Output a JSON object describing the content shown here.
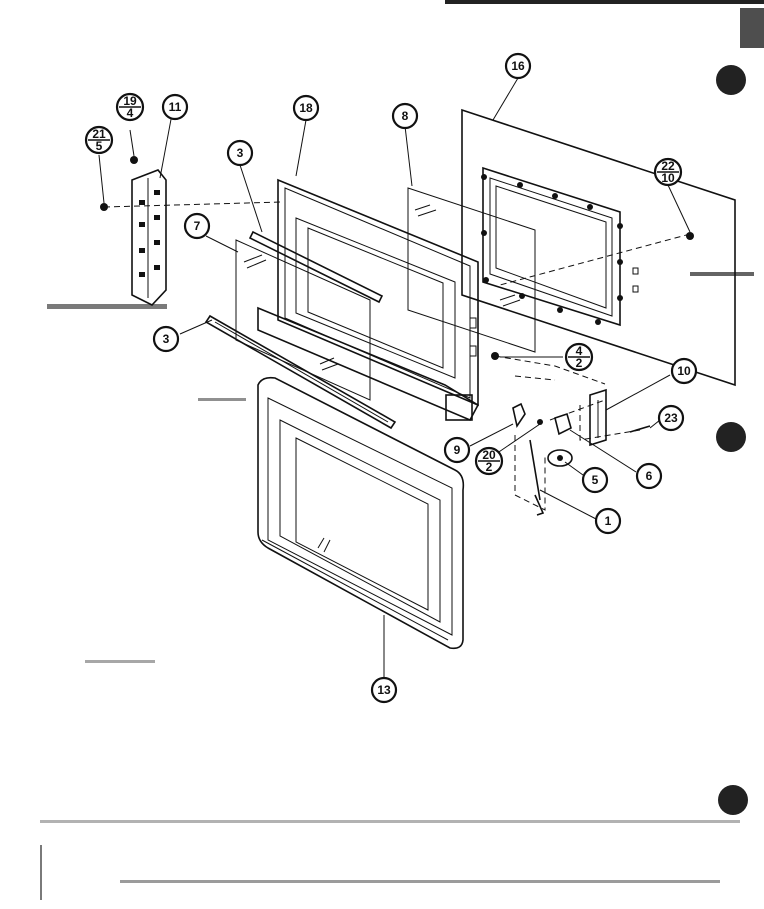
{
  "callouts": [
    {
      "id": "c16",
      "label": "16"
    },
    {
      "id": "c11",
      "label": "11"
    },
    {
      "id": "c18",
      "label": "18"
    },
    {
      "id": "c8",
      "label": "8"
    },
    {
      "id": "c3a",
      "label": "3"
    },
    {
      "id": "c7",
      "label": "7"
    },
    {
      "id": "c3b",
      "label": "3"
    },
    {
      "id": "c10",
      "label": "10"
    },
    {
      "id": "c23",
      "label": "23"
    },
    {
      "id": "c9",
      "label": "9"
    },
    {
      "id": "c5",
      "label": "5"
    },
    {
      "id": "c6",
      "label": "6"
    },
    {
      "id": "c1",
      "label": "1"
    },
    {
      "id": "c13",
      "label": "13"
    }
  ],
  "fraction_callouts": [
    {
      "id": "f19_4",
      "top": "19",
      "bottom": "4"
    },
    {
      "id": "f21_5",
      "top": "21",
      "bottom": "5"
    },
    {
      "id": "f22_10",
      "top": "22",
      "bottom": "10"
    },
    {
      "id": "f4_2",
      "top": "4",
      "bottom": "2"
    },
    {
      "id": "f20_2",
      "top": "20",
      "bottom": "2"
    }
  ]
}
